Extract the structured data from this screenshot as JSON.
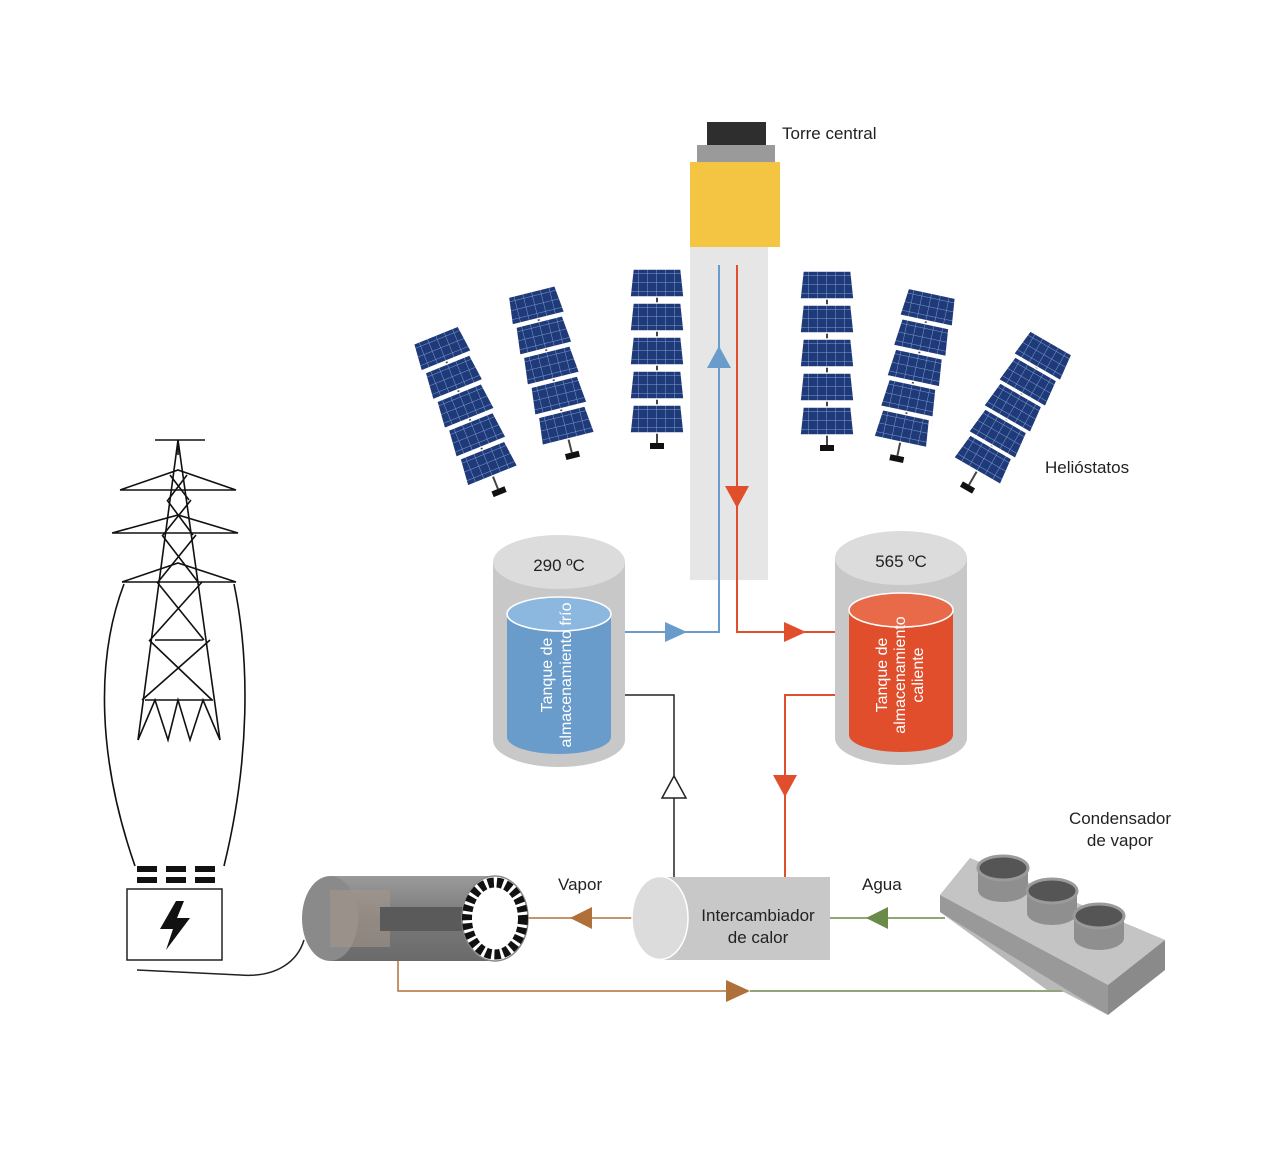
{
  "labels": {
    "tower": "Torre central",
    "heliostats": "Helióstatos",
    "cold_temp": "290 ºC",
    "hot_temp": "565 ºC",
    "cold_tank_line1": "Tanque de",
    "cold_tank_line2": "almacenamiento frío",
    "hot_tank_line1": "Tanque de",
    "hot_tank_line2": "almacenamiento",
    "hot_tank_line3": "caliente",
    "exchanger_line1": "Intercambiador",
    "exchanger_line2": "de calor",
    "steam": "Vapor",
    "water": "Agua",
    "condenser_line1": "Condensador",
    "condenser_line2": "de vapor"
  },
  "colors": {
    "cold": "#6a9ccb",
    "hot": "#e04e2c",
    "steam": "#b0703a",
    "water": "#6a8a4a",
    "tower_receiver": "#f4c542",
    "tank_shell": "#c8c8c8",
    "panel": "#1f3a78"
  },
  "icons": {
    "grid_tower": "transmission-tower-icon",
    "battery": "lightning-bolt-icon"
  }
}
